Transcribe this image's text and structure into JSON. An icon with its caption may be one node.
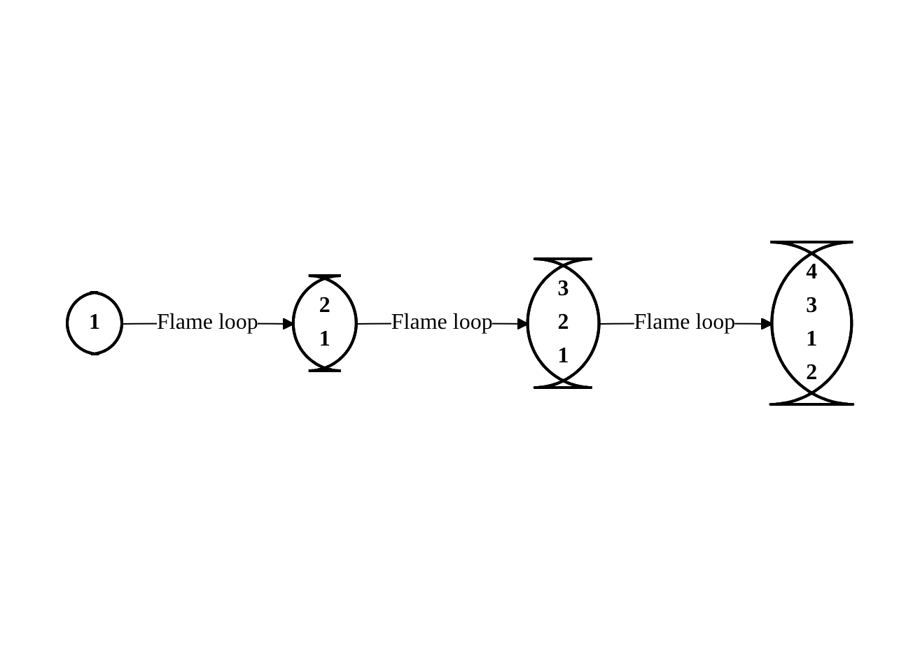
{
  "diagram": {
    "nodes": [
      {
        "text": [
          "1"
        ]
      },
      {
        "text": [
          "2",
          "1"
        ]
      },
      {
        "text": [
          "3",
          "2",
          "1"
        ]
      },
      {
        "text": [
          "4",
          "3",
          "1",
          "2"
        ]
      }
    ],
    "edges": [
      {
        "from": 0,
        "to": 1,
        "arrow": "to",
        "label": "Flame loop"
      },
      {
        "from": 1,
        "to": 2,
        "arrow": "to",
        "label": "Flame loop"
      },
      {
        "from": 2,
        "to": 3,
        "arrow": "to",
        "label": "Flame loop"
      }
    ]
  }
}
